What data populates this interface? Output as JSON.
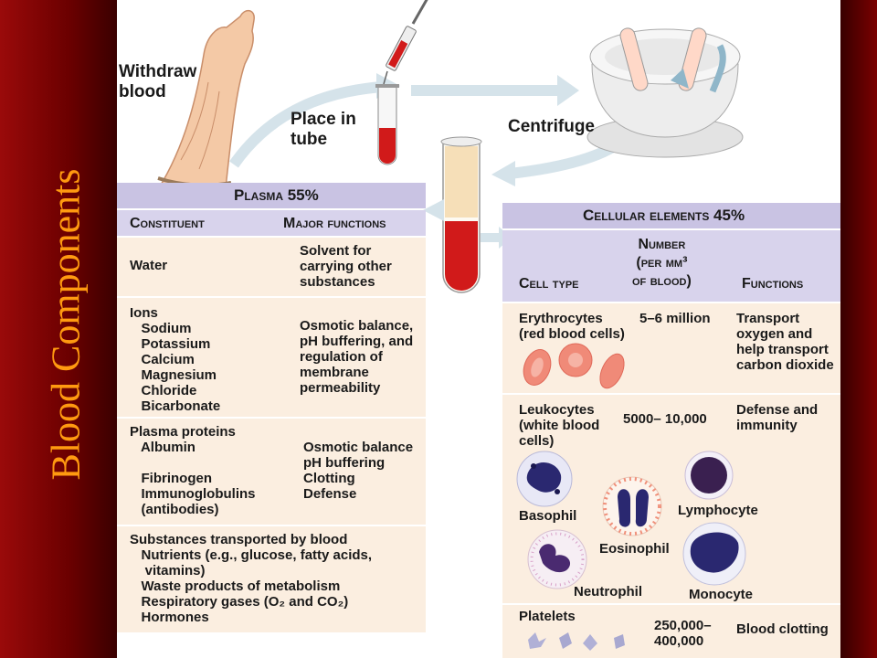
{
  "side_title": "Blood Components",
  "steps": {
    "withdraw": "Withdraw\nblood",
    "place": "Place in\ntube",
    "centrifuge": "Centrifuge"
  },
  "plasma": {
    "header": "Plasma 55%",
    "col_constituent": "Constituent",
    "col_functions": "Major functions",
    "rows": [
      {
        "constituent": "Water",
        "functions": "Solvent for\ncarrying other\nsubstances"
      },
      {
        "constituent": "Ions\n   Sodium\n   Potassium\n   Calcium\n   Magnesium\n   Chloride\n   Bicarbonate",
        "functions": "Osmotic balance,\npH buffering, and\nregulation of\nmembrane\npermeability"
      },
      {
        "constituent": "Plasma proteins\n   Albumin\n\n   Fibrinogen\n   Immunoglobulins\n   (antibodies)",
        "functions": "Osmotic balance\npH buffering\nClotting\nDefense"
      },
      {
        "constituent": "Substances transported by blood\n   Nutrients (e.g., glucose, fatty acids,\n    vitamins)\n   Waste products of metabolism\n   Respiratory gases (O₂ and CO₂)\n   Hormones",
        "functions": ""
      }
    ]
  },
  "cellular": {
    "header": "Cellular elements 45%",
    "col_cell_type": "Cell type",
    "col_number": "Number\n(per mm³\nof blood)",
    "col_functions": "Functions",
    "erythrocytes": {
      "type": "Erythrocytes\n(red blood cells)",
      "number": "5–6 million",
      "functions": "Transport\noxygen and\nhelp transport\ncarbon dioxide"
    },
    "leukocytes": {
      "type": "Leukocytes\n(white blood\ncells)",
      "number": "5000– 10,000",
      "functions": "Defense and\nimmunity"
    },
    "leukocyte_labels": {
      "basophil": "Basophil",
      "lymphocyte": "Lymphocyte",
      "eosinophil": "Eosinophil",
      "neutrophil": "Neutrophil",
      "monocyte": "Monocyte"
    },
    "platelets": {
      "type": "Platelets",
      "number": "250,000–\n400,000",
      "functions": "Blood clotting"
    }
  },
  "colors": {
    "header": "#c9c3e3",
    "cell": "#fbeee0",
    "blood": "#d11a1a",
    "side_title": "#ff9a10"
  }
}
